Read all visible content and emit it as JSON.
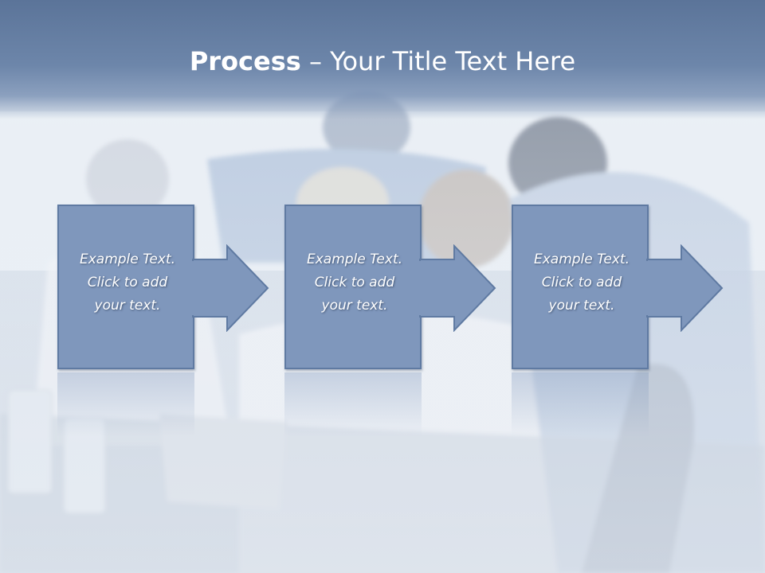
{
  "slide": {
    "title_bold": "Process",
    "title_rest": " – Your Title Text Here"
  },
  "steps": [
    {
      "line1": "Example Text.",
      "line2": "Click  to add",
      "line3": "your text."
    },
    {
      "line1": "Example Text.",
      "line2": "Click  to add",
      "line3": "your text."
    },
    {
      "line1": "Example Text.",
      "line2": "Click  to add",
      "line3": "your text."
    }
  ],
  "colors": {
    "title_bar": "#5b7499",
    "box_fill": "#7f97bc",
    "box_border": "#5f7aa2",
    "text": "#ffffff"
  },
  "icons": [
    "right-arrow-icon"
  ]
}
